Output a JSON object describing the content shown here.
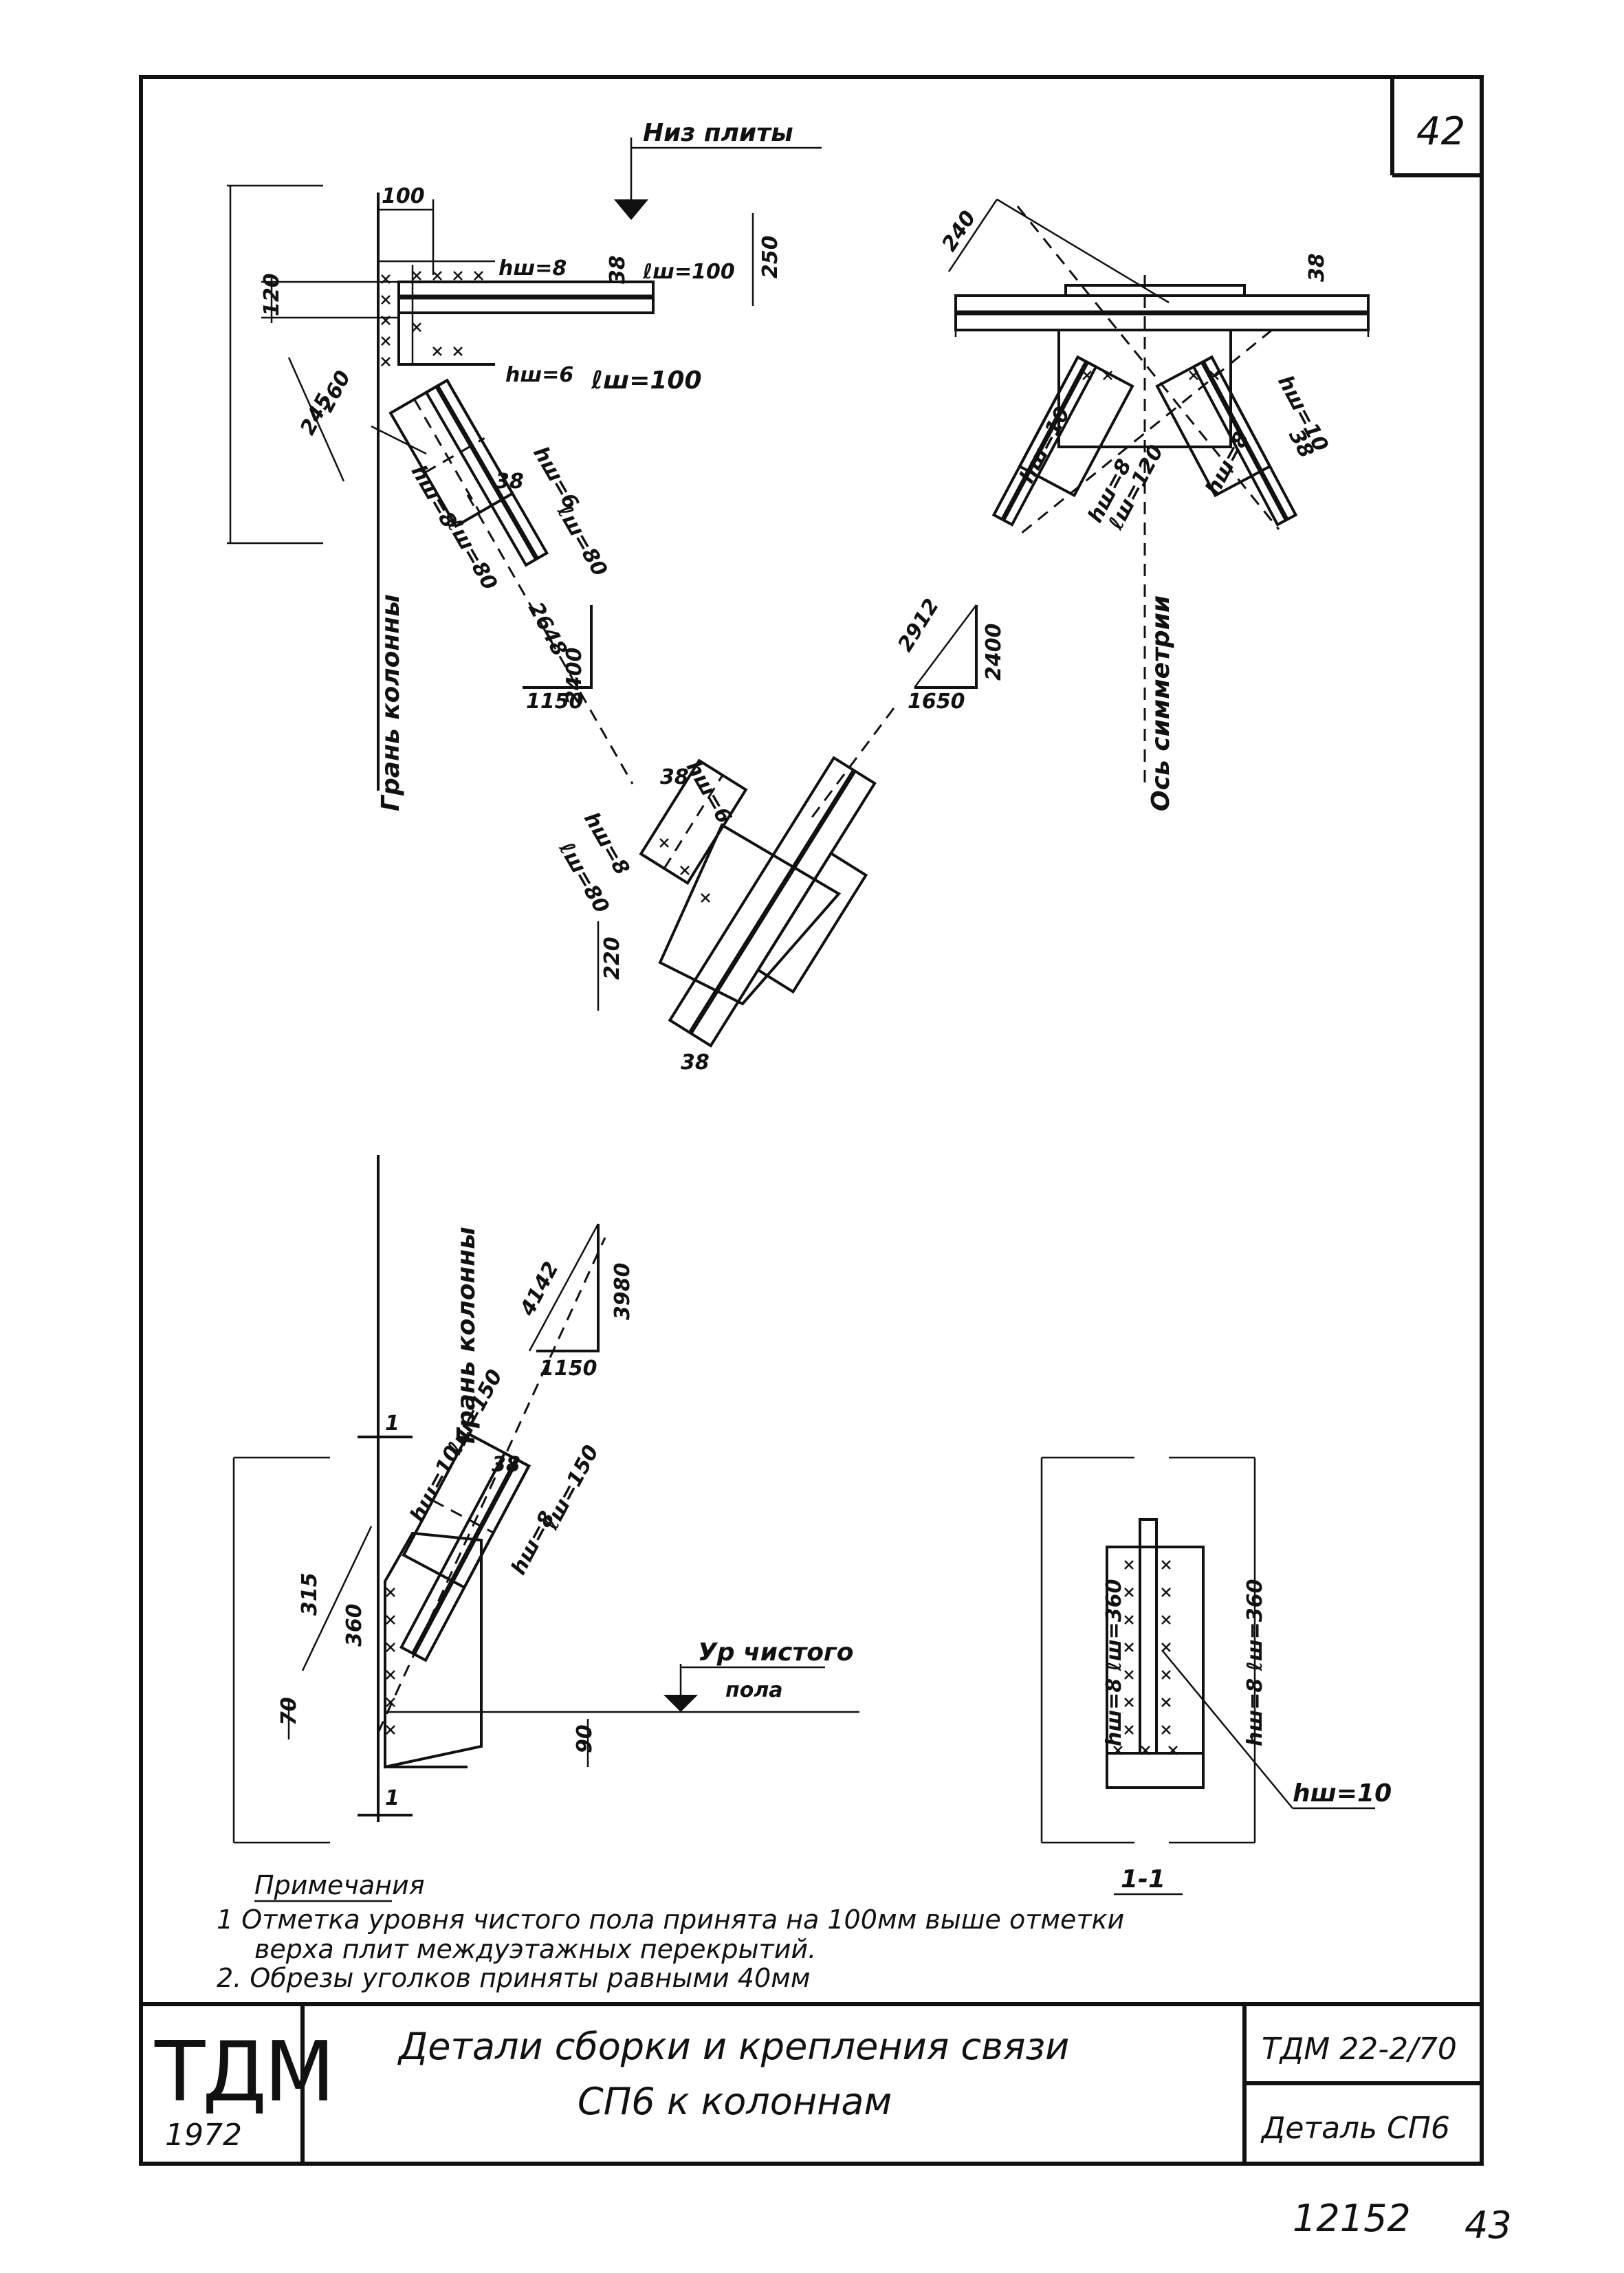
{
  "sheet": {
    "sheet_number": "42",
    "footer_page_mark": "43",
    "footer_code": "12152"
  },
  "view_top_left": {
    "label_slab_bottom": "Низ плиты",
    "label_column_face": "Грань колонны",
    "dims": [
      "100",
      "120",
      "38",
      "250",
      "260",
      "245",
      "38",
      "80",
      "80"
    ],
    "weld_hw8": "hш=8",
    "weld_lw100_top": "ℓш=100",
    "weld_hw6": "hш=6",
    "weld_lw100_bottom": "ℓш=100",
    "weld_hw6_b": "hш=6",
    "weld_hw8_b": "hш=8",
    "weld_lw80_a": "ℓш=80",
    "weld_lw80_b": "ℓш=80",
    "slope_2400": "2400",
    "slope_1150": "1150",
    "slope_2648": "2648"
  },
  "view_top_right": {
    "label_axis": "Ось симметрии",
    "dims": [
      "240",
      "38",
      "38"
    ],
    "weld_hw10_a": "hш=10",
    "weld_hw10_b": "hш=10",
    "weld_hw8_a": "hш=8",
    "weld_lw120": "ℓш=120",
    "weld_hw8_b": "hш=8",
    "slope_2912": "2912",
    "slope_2400": "2400",
    "slope_1650": "1650"
  },
  "view_middle": {
    "dims": [
      "38",
      "220",
      "38"
    ],
    "weld_hw8": "hш=8",
    "weld_hw6": "hш=6",
    "weld_lw80": "ℓш=80"
  },
  "view_bottom_left": {
    "label_column_face": "Грань колонны",
    "label_floor_level": "Ур чистого",
    "label_floor_level_2": "пола",
    "section_mark": "1",
    "dims": [
      "315",
      "360",
      "70",
      "90",
      "38"
    ],
    "weld_hw10": "hш=10",
    "weld_lw150_a": "ℓш=150",
    "weld_hw8": "hш=8",
    "weld_lw150_b": "ℓш=150",
    "slope_4142": "4142",
    "slope_3980": "3980",
    "slope_1150": "1150"
  },
  "view_section": {
    "title": "1-1",
    "weld_left": "hш=8  ℓш=360",
    "weld_right": "hш=8  ℓш=360",
    "weld_bottom": "hш=10"
  },
  "notes": {
    "heading": "Примечания",
    "line1": "1  Отметка уровня чистого пола принята на 100мм выше отметки",
    "line2": "верха плит междуэтажных перекрытий.",
    "line3": "2. Обрезы уголков приняты равными 40мм"
  },
  "title_block": {
    "org": "ТДМ",
    "year": "1972",
    "title_line1": "Детали сборки и крепления связи",
    "title_line2": "СП6  к колоннам",
    "doc_code": "ТДМ 22-2/70",
    "detail_name": "Деталь СП6"
  }
}
